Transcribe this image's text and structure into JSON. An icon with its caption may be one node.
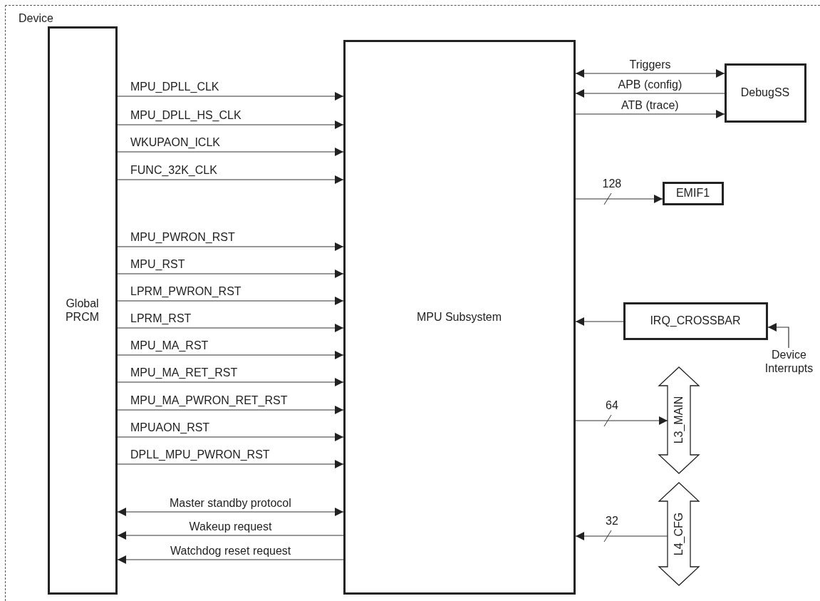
{
  "diagram": {
    "nodes": [
      {
        "text": [
          "Device"
        ]
      },
      {
        "text": [
          "Global PRCM"
        ],
        "in": 0
      },
      {
        "text": [
          "MPU Subsystem"
        ],
        "in": 0
      },
      {
        "text": [
          "DebugSS"
        ],
        "in": 0
      },
      {
        "text": [
          "EMIF1"
        ],
        "in": 0
      },
      {
        "text": [
          "IRQ_CROSSBAR"
        ],
        "in": 0
      },
      {
        "text": [
          "Device Interrupts"
        ],
        "in": 0
      },
      {
        "text": [
          "L3_MAIN"
        ],
        "in": 0
      },
      {
        "text": [
          "L4_CFG"
        ],
        "in": 0
      }
    ],
    "edges": [
      {
        "from": 1,
        "to": 2,
        "arrow": "to",
        "label": "MPU_DPLL_CLK"
      },
      {
        "from": 1,
        "to": 2,
        "arrow": "to",
        "label": "MPU_DPLL_HS_CLK"
      },
      {
        "from": 1,
        "to": 2,
        "arrow": "to",
        "label": "WKUPAON_ICLK"
      },
      {
        "from": 1,
        "to": 2,
        "arrow": "to",
        "label": "FUNC_32K_CLK"
      },
      {
        "from": 1,
        "to": 2,
        "arrow": "to",
        "label": "MPU_PWRON_RST"
      },
      {
        "from": 1,
        "to": 2,
        "arrow": "to",
        "label": "MPU_RST"
      },
      {
        "from": 1,
        "to": 2,
        "arrow": "to",
        "label": "LPRM_PWRON_RST"
      },
      {
        "from": 1,
        "to": 2,
        "arrow": "to",
        "label": "LPRM_RST"
      },
      {
        "from": 1,
        "to": 2,
        "arrow": "to",
        "label": "MPU_MA_RST"
      },
      {
        "from": 1,
        "to": 2,
        "arrow": "to",
        "label": "MPU_MA_RET_RST"
      },
      {
        "from": 1,
        "to": 2,
        "arrow": "to",
        "label": "MPU_MA_PWRON_RET_RST"
      },
      {
        "from": 1,
        "to": 2,
        "arrow": "to",
        "label": "MPUAON_RST"
      },
      {
        "from": 1,
        "to": 2,
        "arrow": "to",
        "label": "DPLL_MPU_PWRON_RST"
      },
      {
        "from": 1,
        "to": 2,
        "arrow": "both",
        "label": "Master standby protocol"
      },
      {
        "from": 2,
        "to": 1,
        "arrow": "to",
        "label": "Wakeup request"
      },
      {
        "from": 2,
        "to": 1,
        "arrow": "to",
        "label": "Watchdog reset request"
      },
      {
        "from": 2,
        "to": 3,
        "arrow": "both",
        "label": "Triggers"
      },
      {
        "from": 3,
        "to": 2,
        "arrow": "to",
        "label": "APB (config)"
      },
      {
        "from": 2,
        "to": 3,
        "arrow": "to",
        "label": "ATB (trace)"
      },
      {
        "from": 2,
        "to": 4,
        "arrow": "to",
        "label": "128"
      },
      {
        "from": 5,
        "to": 2,
        "arrow": "to"
      },
      {
        "from": 6,
        "to": 5,
        "arrow": "to"
      },
      {
        "from": 2,
        "to": 7,
        "arrow": "to",
        "label": "64"
      },
      {
        "from": 8,
        "to": 2,
        "arrow": "to",
        "label": "32"
      }
    ]
  }
}
